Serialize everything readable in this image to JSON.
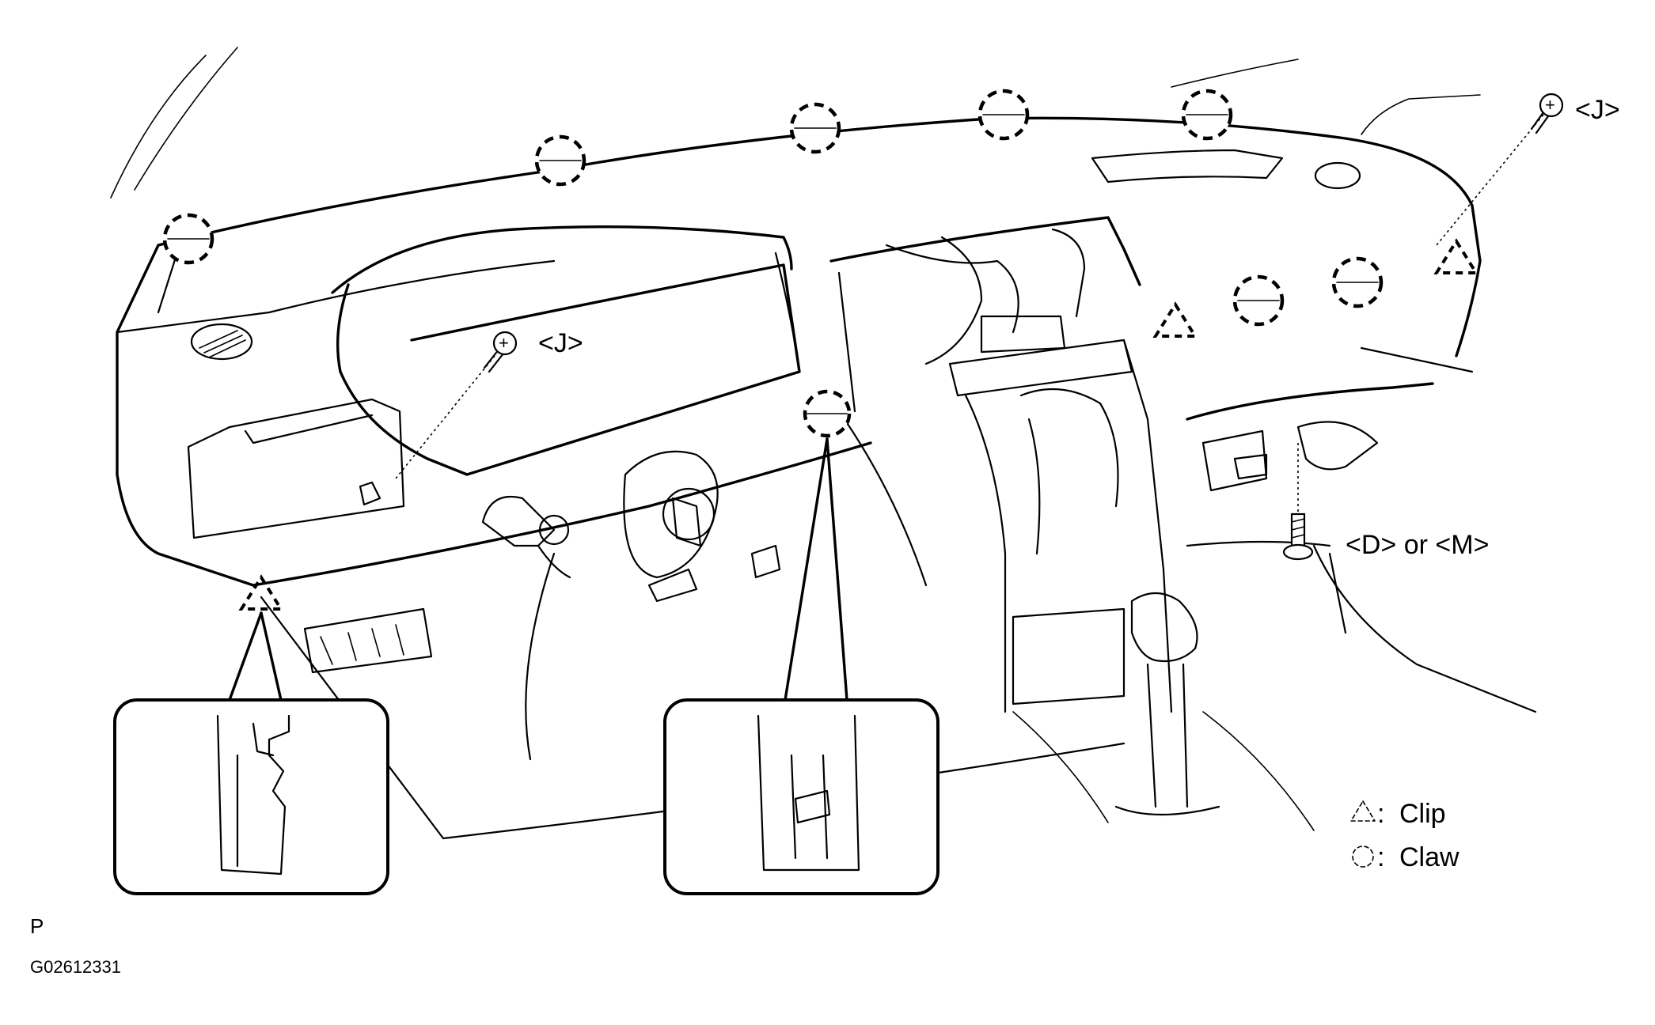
{
  "labels": {
    "screw_j_left": "<J>",
    "screw_j_right": "<J>",
    "bolt_dm": "<D> or <M>"
  },
  "legend": {
    "clip_label": "Clip",
    "claw_label": "Claw"
  },
  "footer": {
    "marker": "P",
    "figure_id": "G02612331"
  }
}
